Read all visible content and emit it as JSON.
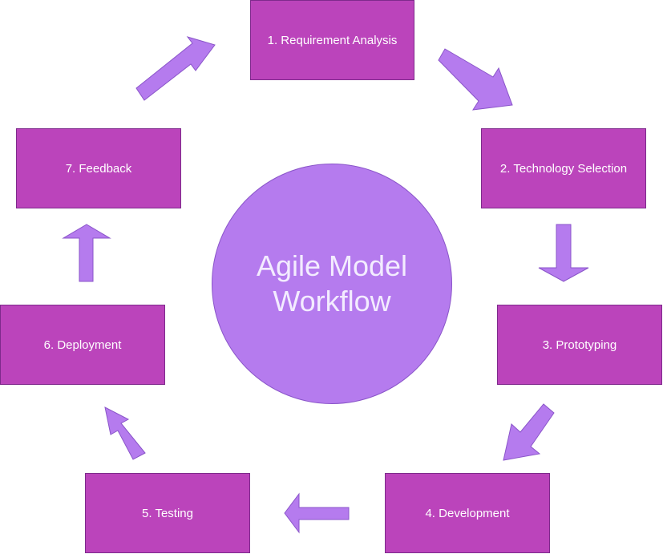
{
  "center": {
    "title": "Agile Model Workflow"
  },
  "steps": [
    {
      "label": "1. Requirement Analysis"
    },
    {
      "label": "2. Technology Selection"
    },
    {
      "label": "3. Prototyping"
    },
    {
      "label": "4. Development"
    },
    {
      "label": "5. Testing"
    },
    {
      "label": "6. Deployment"
    },
    {
      "label": "7. Feedback"
    }
  ],
  "colors": {
    "box_fill": "#bb44bb",
    "box_border": "#7e2a8c",
    "arrow_fill": "#b57bee",
    "arrow_stroke": "#8a55c9",
    "circle_fill": "#b57bee",
    "text": "#ffffff"
  }
}
